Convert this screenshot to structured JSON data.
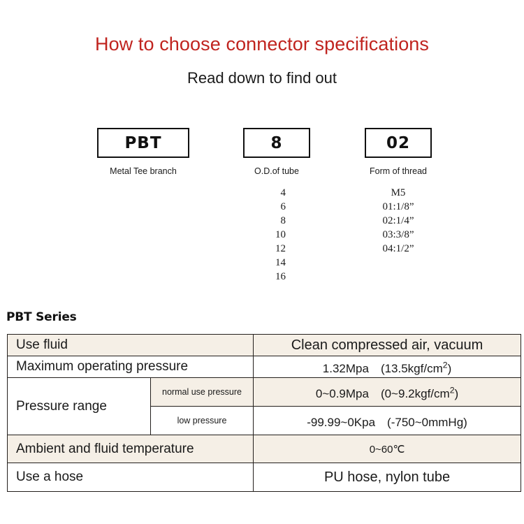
{
  "header": {
    "title": "How to choose connector specifications",
    "subtitle": "Read down to find out"
  },
  "code_breakdown": [
    {
      "key": "series",
      "box_value": "PBT",
      "caption": "Metal Tee branch",
      "options": []
    },
    {
      "key": "od",
      "box_value": "8",
      "caption": "O.D.of tube",
      "options": [
        "4",
        "6",
        "8",
        "10",
        "12",
        "14",
        "16"
      ]
    },
    {
      "key": "thread",
      "box_value": "02",
      "caption": "Form of thread",
      "options": [
        "M5",
        "01:1/8”",
        "02:1/4”",
        "03:3/8”",
        "04:1/2”"
      ]
    }
  ],
  "spec_section": {
    "heading": "PBT Series",
    "rows": [
      {
        "label": "Use fluid",
        "sub_label": null,
        "value": "Clean compressed air, vacuum",
        "shaded": true,
        "value_size": "big"
      },
      {
        "label": "Maximum operating pressure",
        "sub_label": null,
        "value_parts": [
          "1.32Mpa　(13.5kgf/cm",
          "2",
          ")"
        ],
        "value": "1.32Mpa　(13.5kgf/cm2)",
        "shaded": false,
        "value_size": "normal"
      },
      {
        "label": "Pressure range",
        "sub_label": "normal use pressure",
        "value_parts": [
          "0~0.9Mpa　(0~9.2kgf/cm",
          "2",
          ")"
        ],
        "value": "0~0.9Mpa　(0~9.2kgf/cm2)",
        "shaded": true,
        "value_size": "normal"
      },
      {
        "label": "",
        "sub_label": "low pressure",
        "value": "-99.99~0Kpa　(-750~0mmHg)",
        "shaded": false,
        "value_size": "normal"
      },
      {
        "label": "Ambient and fluid temperature",
        "sub_label": null,
        "value": "0~60℃",
        "shaded": true,
        "value_size": "small"
      },
      {
        "label": "Use a hose",
        "sub_label": null,
        "value": "PU hose, nylon tube",
        "shaded": false,
        "value_size": "big"
      }
    ]
  },
  "colors": {
    "title_red": "#c0241f",
    "row_shaded": "#f5efe6",
    "border": "#231f1c",
    "text": "#1a1a1a"
  }
}
